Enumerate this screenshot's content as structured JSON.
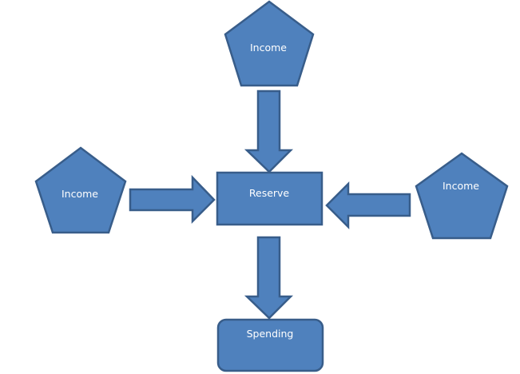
{
  "diagram": {
    "colors": {
      "fill": "#4f81bd",
      "stroke": "#385d8a",
      "text": "#ffffff",
      "background": "#ffffff"
    },
    "nodes": {
      "income_top": {
        "label": "Income",
        "shape": "pentagon"
      },
      "income_left": {
        "label": "Income",
        "shape": "pentagon"
      },
      "income_right": {
        "label": "Income",
        "shape": "pentagon"
      },
      "reserve": {
        "label": "Reserve",
        "shape": "rectangle"
      },
      "spending": {
        "label": "Spending",
        "shape": "rounded-rectangle"
      }
    },
    "edges": [
      {
        "from": "income_top",
        "to": "reserve",
        "direction": "down"
      },
      {
        "from": "income_left",
        "to": "reserve",
        "direction": "right"
      },
      {
        "from": "income_right",
        "to": "reserve",
        "direction": "left"
      },
      {
        "from": "reserve",
        "to": "spending",
        "direction": "down"
      }
    ]
  }
}
